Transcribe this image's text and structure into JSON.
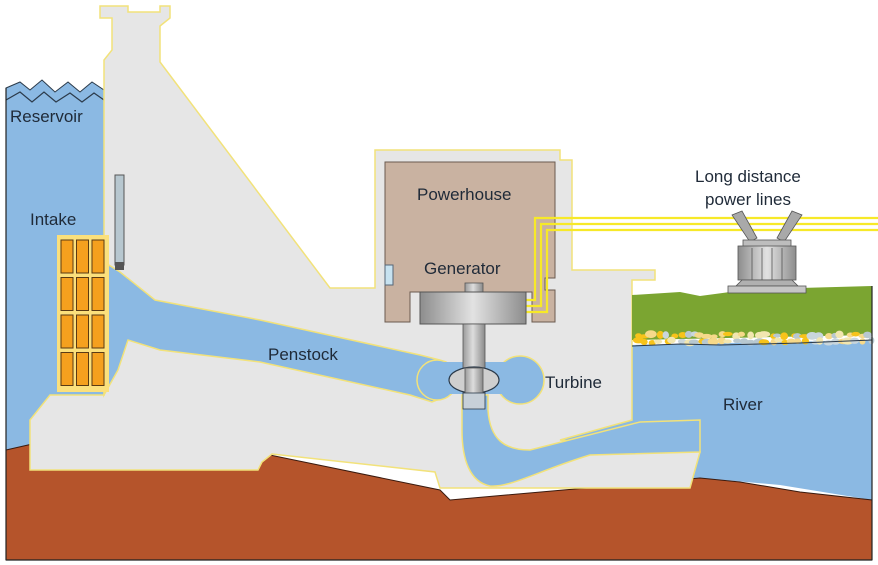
{
  "title": "Hydroelectric dam cross-section",
  "labels": {
    "reservoir": "Reservoir",
    "intake": "Intake",
    "powerhouse": "Powerhouse",
    "generator": "Generator",
    "penstock": "Penstock",
    "turbine": "Turbine",
    "river": "River",
    "power_lines_1": "Long distance",
    "power_lines_2": "power lines"
  },
  "colors": {
    "water": "#8bb9e3",
    "concrete": "#e6e6e6",
    "outline": "#f2e27a",
    "earth": "#b5542b",
    "grass": "#7ba531",
    "powerhouse": "#c9b2a1",
    "intake_grate": "#f5a01e",
    "power_line": "#f7e928",
    "metal": "#b5b5b5"
  }
}
